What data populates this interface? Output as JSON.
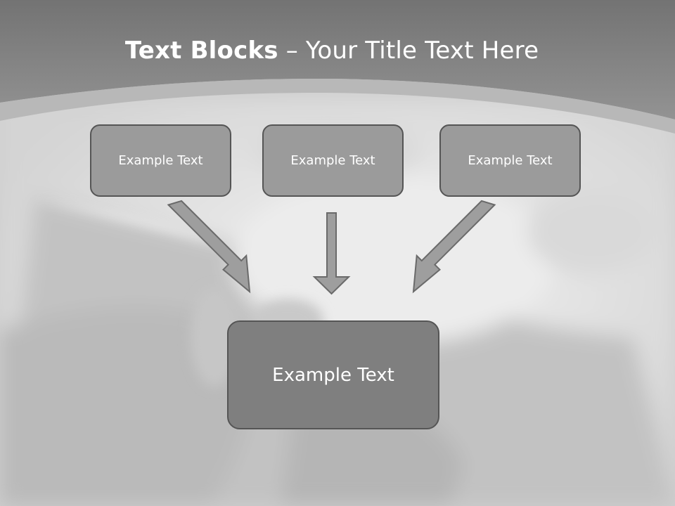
{
  "title": {
    "bold": "Text Blocks",
    "rest": " – Your Title Text Here"
  },
  "blocks": {
    "left": "Example Text",
    "center": "Example Text",
    "right": "Example Text",
    "bottom": "Example Text"
  },
  "colors": {
    "box_fill": "#9b9b9b",
    "box_bottom_fill": "#7f7f7f",
    "box_border": "#555555",
    "arrow_fill": "#9e9e9e",
    "arrow_stroke": "#6a6a6a",
    "header_band": "#8a8a8a"
  }
}
